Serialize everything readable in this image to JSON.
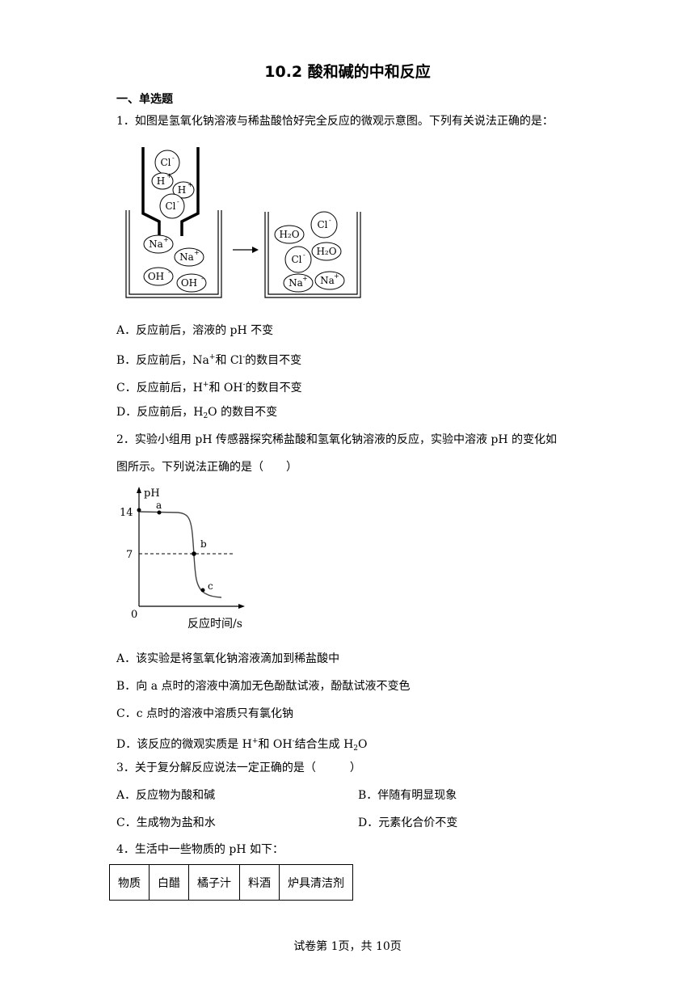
{
  "title": "10.2 酸和碱的中和反应",
  "section": "一、单选题",
  "q1": {
    "stem": "1．如图是氢氧化钠溶液与稀盐酸恰好完全反应的微观示意图。下列有关说法正确的是：",
    "figure": {
      "dropper_ions": [
        "Cl",
        "H",
        "H",
        "Cl"
      ],
      "beaker_before": [
        "Na",
        "Na",
        "OH",
        "OH"
      ],
      "beaker_after": [
        "Cl",
        "H₂O",
        "H₂O",
        "Cl",
        "Na",
        "Na"
      ]
    },
    "options": {
      "A": "A．反应前后，溶液的 pH 不变",
      "B_pre": "B．反应前后，Na",
      "B_mid": "和 Cl",
      "B_post": "的数目不变",
      "C_pre": "C．反应前后，H",
      "C_mid": "和 OH",
      "C_post": "的数目不变",
      "D_pre": "D．反应前后，H",
      "D_sub": "2",
      "D_post": "O 的数目不变"
    }
  },
  "q2": {
    "stem_line1": "2．实验小组用 pH 传感器探究稀盐酸和氢氧化钠溶液的反应，实验中溶液 pH 的变化如",
    "stem_line2": "图所示。下列说法正确的是（　　）",
    "chart": {
      "ylabel": "pH",
      "xlabel": "反应时间/s",
      "origin": "0",
      "y14": "14",
      "y7": "7",
      "points": [
        "a",
        "b",
        "c"
      ]
    },
    "options": {
      "A": "A．该实验是将氢氧化钠溶液滴加到稀盐酸中",
      "B": "B．向 a 点时的溶液中滴加无色酚酞试液，酚酞试液不变色",
      "C": "C．c 点时的溶液中溶质只有氯化钠",
      "D_pre": "D．该反应的微观实质是 H",
      "D_mid": "和 OH",
      "D_post": "结合生成 H",
      "D_sub": "2",
      "D_end": "O"
    }
  },
  "q3": {
    "stem": "3．关于复分解反应说法一定正确的是（　　　）",
    "A": "A．反应物为酸和碱",
    "B": "B．伴随有明显现象",
    "C": "C．生成物为盐和水",
    "D": "D．元素化合价不变"
  },
  "q4": {
    "stem": "4．生活中一些物质的 pH 如下：",
    "table": [
      "物质",
      "白醋",
      "橘子汁",
      "料酒",
      "炉具清洁剂"
    ]
  },
  "footer": "试卷第 1页，共 10页"
}
